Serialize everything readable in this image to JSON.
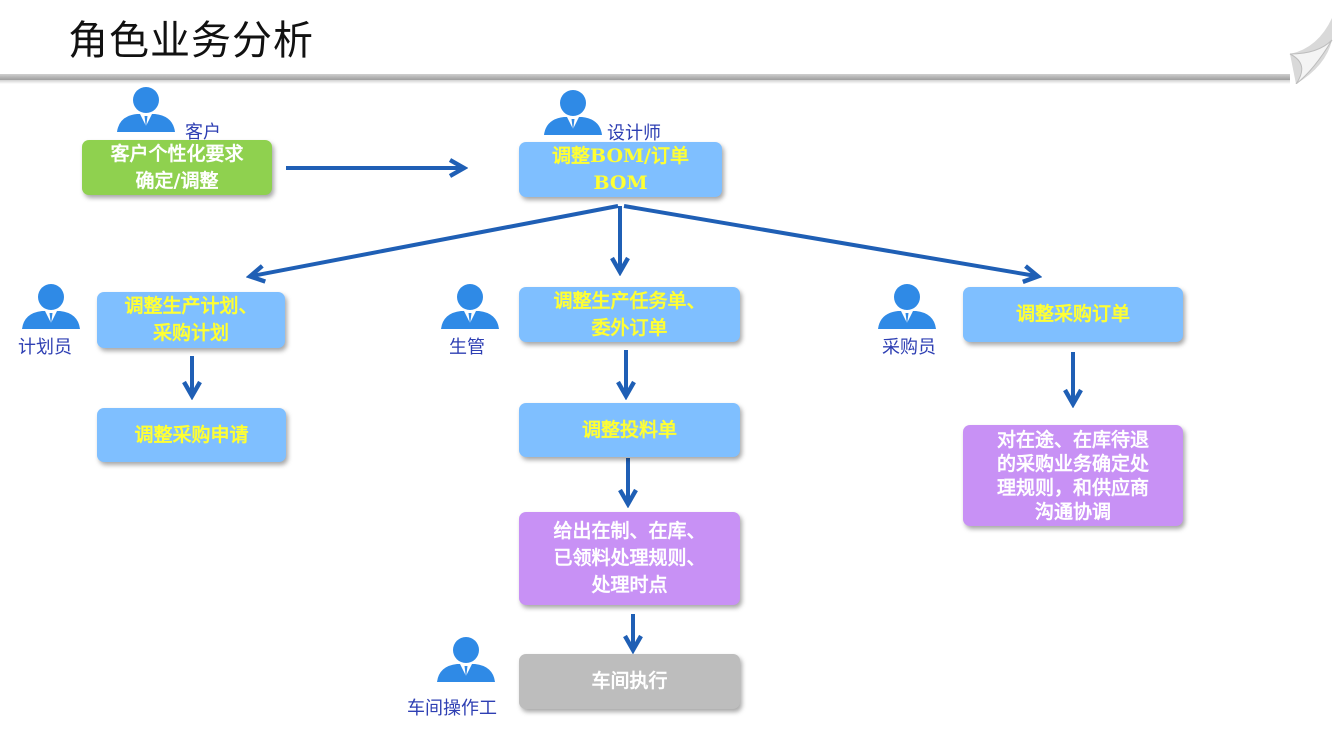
{
  "title": "角色业务分析",
  "roles": {
    "customer": "客户",
    "designer": "设计师",
    "planner": "计划员",
    "production_manager": "生管",
    "buyer": "采购员",
    "operator": "车间操作工"
  },
  "boxes": {
    "customer_request": "客户个性化要求\n确定/调整",
    "adjust_bom": "调整BOM/订单\nBOM",
    "adjust_plan": "调整生产计划、\n采购计划",
    "adjust_purchase_request": "调整采购申请",
    "adjust_task": "调整生产任务单、\n委外订单",
    "adjust_feed": "调整投料单",
    "handling_rules": "给出在制、在库、\n已领料处理规则、\n处理时点",
    "workshop_execute": "车间执行",
    "adjust_purchase_order": "调整采购订单",
    "purchase_handling": "对在途、在库待退\n的采购业务确定处\n理规则，和供应商\n沟通协调"
  },
  "colors": {
    "arrow": "#1f5fb5",
    "green_box": "#8fd14f",
    "blue_box": "#7fbfff",
    "purple_box": "#c891f5",
    "gray_box": "#bdbdbd",
    "role_text": "#2e3fb3",
    "blue_box_text": "#ffff33"
  }
}
